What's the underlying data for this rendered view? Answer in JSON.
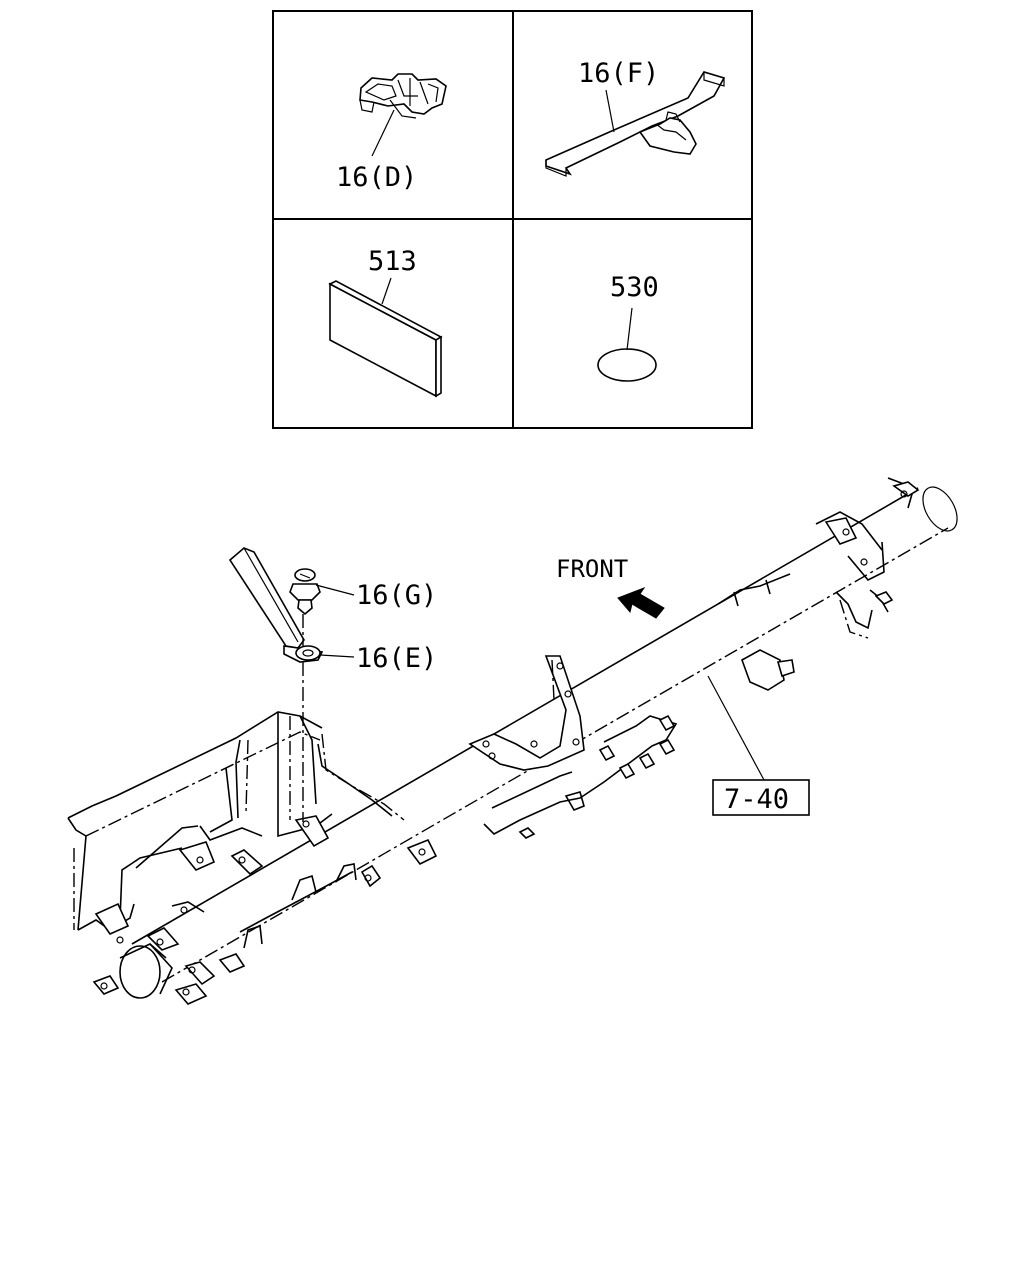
{
  "callouts": {
    "clip_d": "16(D)",
    "clip_f": "16(F)",
    "pad": "513",
    "seal": "530",
    "clip_g": "16(G)",
    "clip_e": "16(E)",
    "assembly": "7-40"
  },
  "direction_label": "FRONT"
}
